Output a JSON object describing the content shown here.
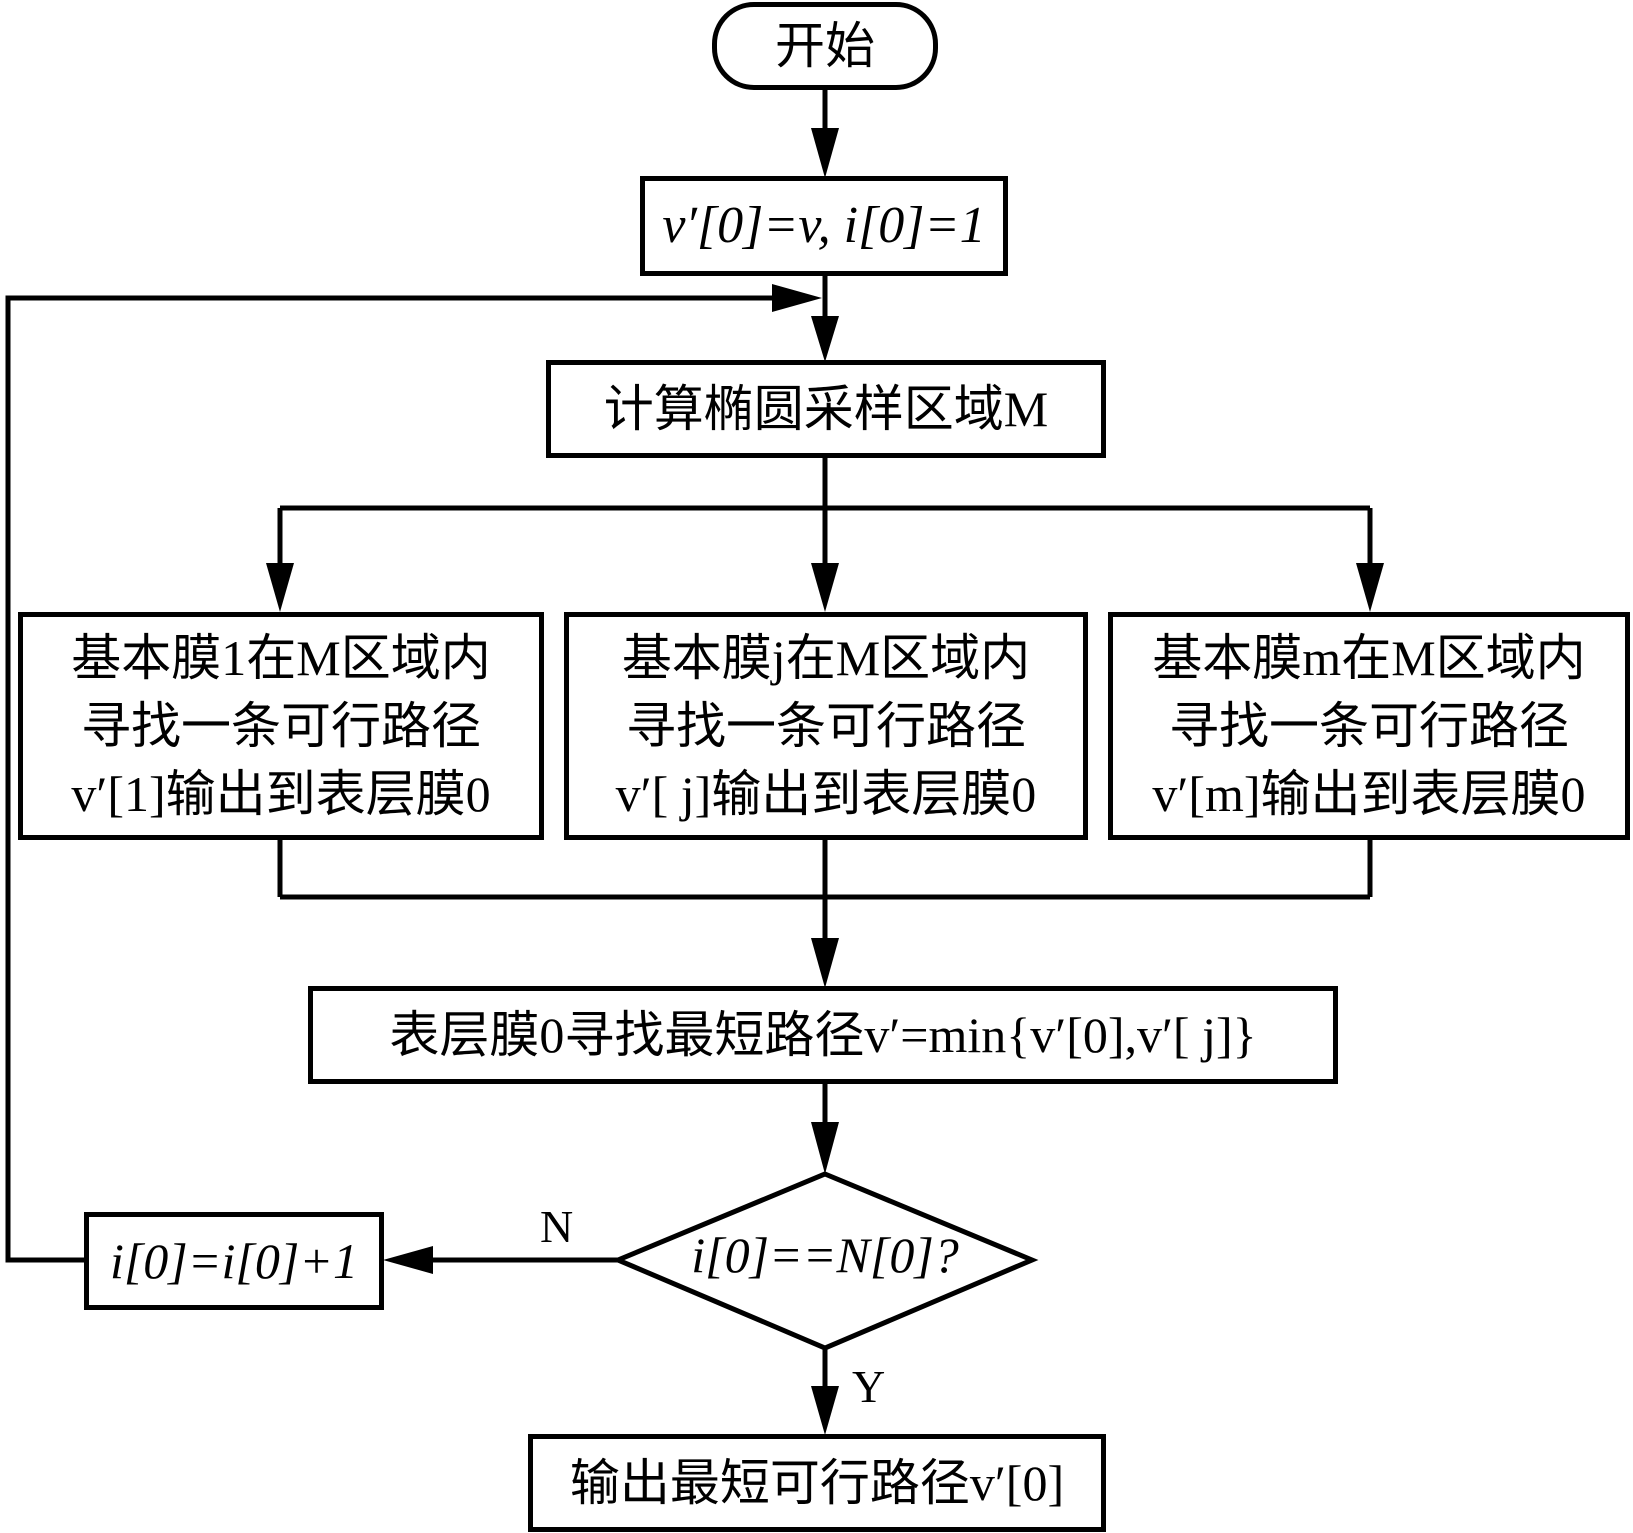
{
  "flowchart": {
    "start": "开始",
    "init": "v′[0]=v, i[0]=1",
    "compute_region": "计算椭圆采样区域M",
    "branches": [
      {
        "lines": [
          "基本膜1在M区域内",
          "寻找一条可行路径",
          "v′[1]输出到表层膜0"
        ]
      },
      {
        "lines": [
          "基本膜j在M区域内",
          "寻找一条可行路径",
          "v′[ j]输出到表层膜0"
        ]
      },
      {
        "lines": [
          "基本膜m在M区域内",
          "寻找一条可行路径",
          "v′[m]输出到表层膜0"
        ]
      }
    ],
    "shortest": "表层膜0寻找最短路径v′=min{v′[0],v′[ j]}",
    "decision": "i[0]==N[0]?",
    "increment": "i[0]=i[0]+1",
    "output": "输出最短可行路径v′[0]",
    "edge_labels": {
      "no": "N",
      "yes": "Y"
    }
  }
}
